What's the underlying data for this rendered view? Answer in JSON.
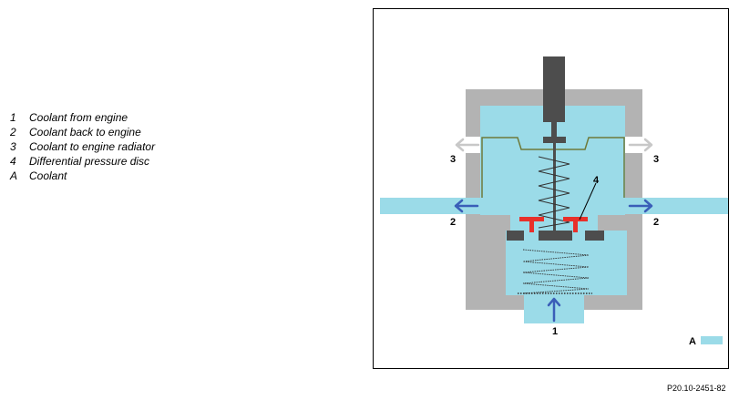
{
  "legend": {
    "items": [
      {
        "key": "1",
        "text": "Coolant from engine"
      },
      {
        "key": "2",
        "text": "Coolant back to engine"
      },
      {
        "key": "3",
        "text": "Coolant to engine radiator"
      },
      {
        "key": "4",
        "text": "Differential pressure disc"
      },
      {
        "key": "A",
        "text": "Coolant"
      }
    ]
  },
  "figure": {
    "labels": {
      "inlet": "1",
      "return_left": "2",
      "return_right": "2",
      "radiator_left": "3",
      "radiator_right": "3",
      "disc": "4"
    },
    "key": {
      "label": "A",
      "swatch_color": "#9bdbe8"
    },
    "colors": {
      "coolant": "#9bdbe8",
      "housing": "#b3b3b3",
      "parts": "#4d4d4d",
      "disc": "#e8302a",
      "arrow": "#3a5eb8",
      "arrow_light": "#c8c8c8",
      "valve_line": "#6e7a3a"
    }
  },
  "reference": "P20.10-2451-82"
}
